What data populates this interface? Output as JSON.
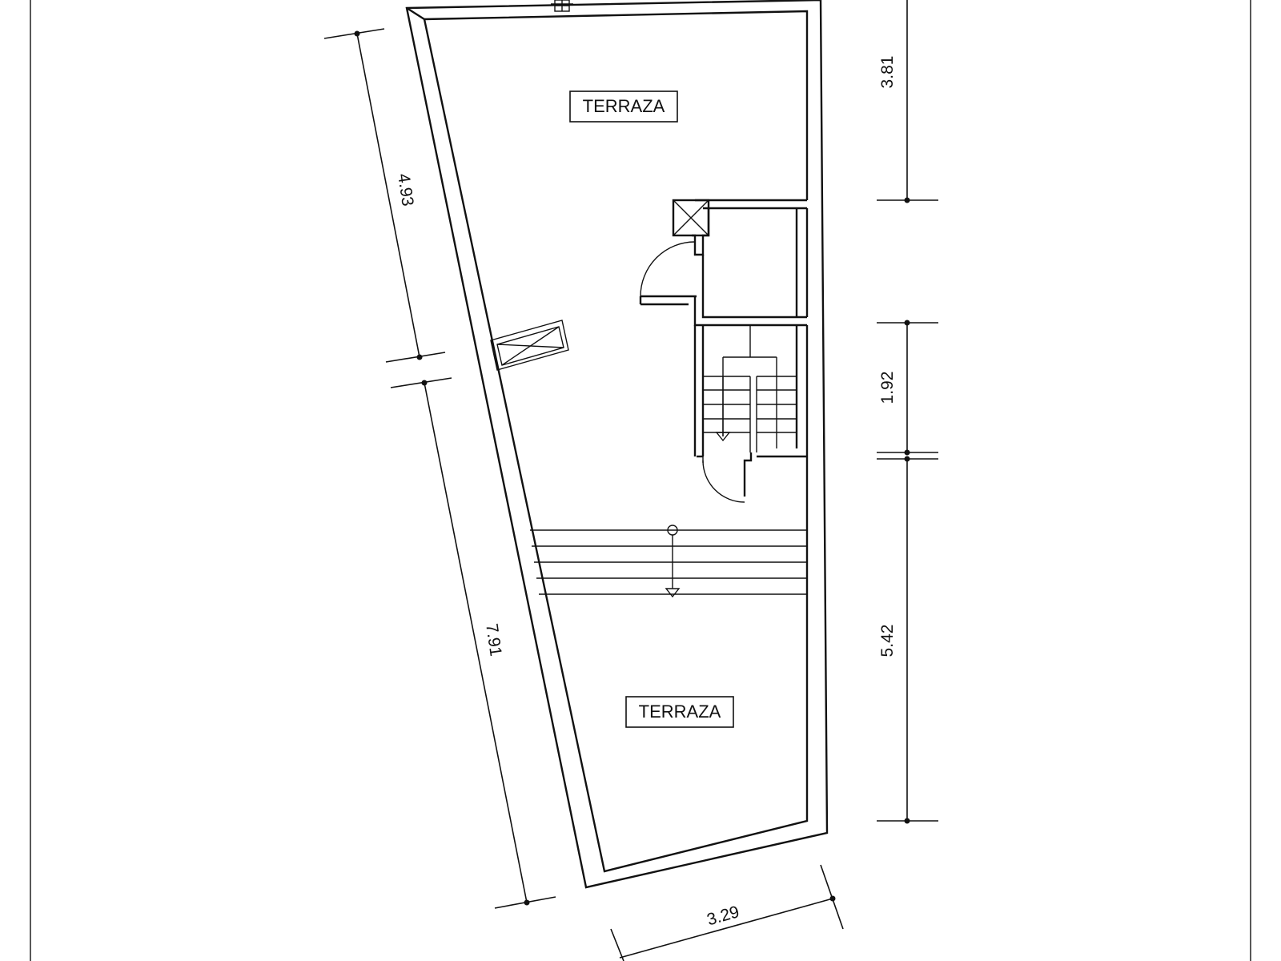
{
  "rooms": {
    "upper_label": "TERRAZA",
    "lower_label": "TERRAZA"
  },
  "dimensions": {
    "left_upper": "4.93",
    "left_lower": "7.91",
    "right_top": "3.81",
    "right_middle": "1.92",
    "right_bottom": "5.42",
    "bottom_width": "3.29"
  },
  "colors": {
    "line": "#111111",
    "background": "#ffffff"
  }
}
